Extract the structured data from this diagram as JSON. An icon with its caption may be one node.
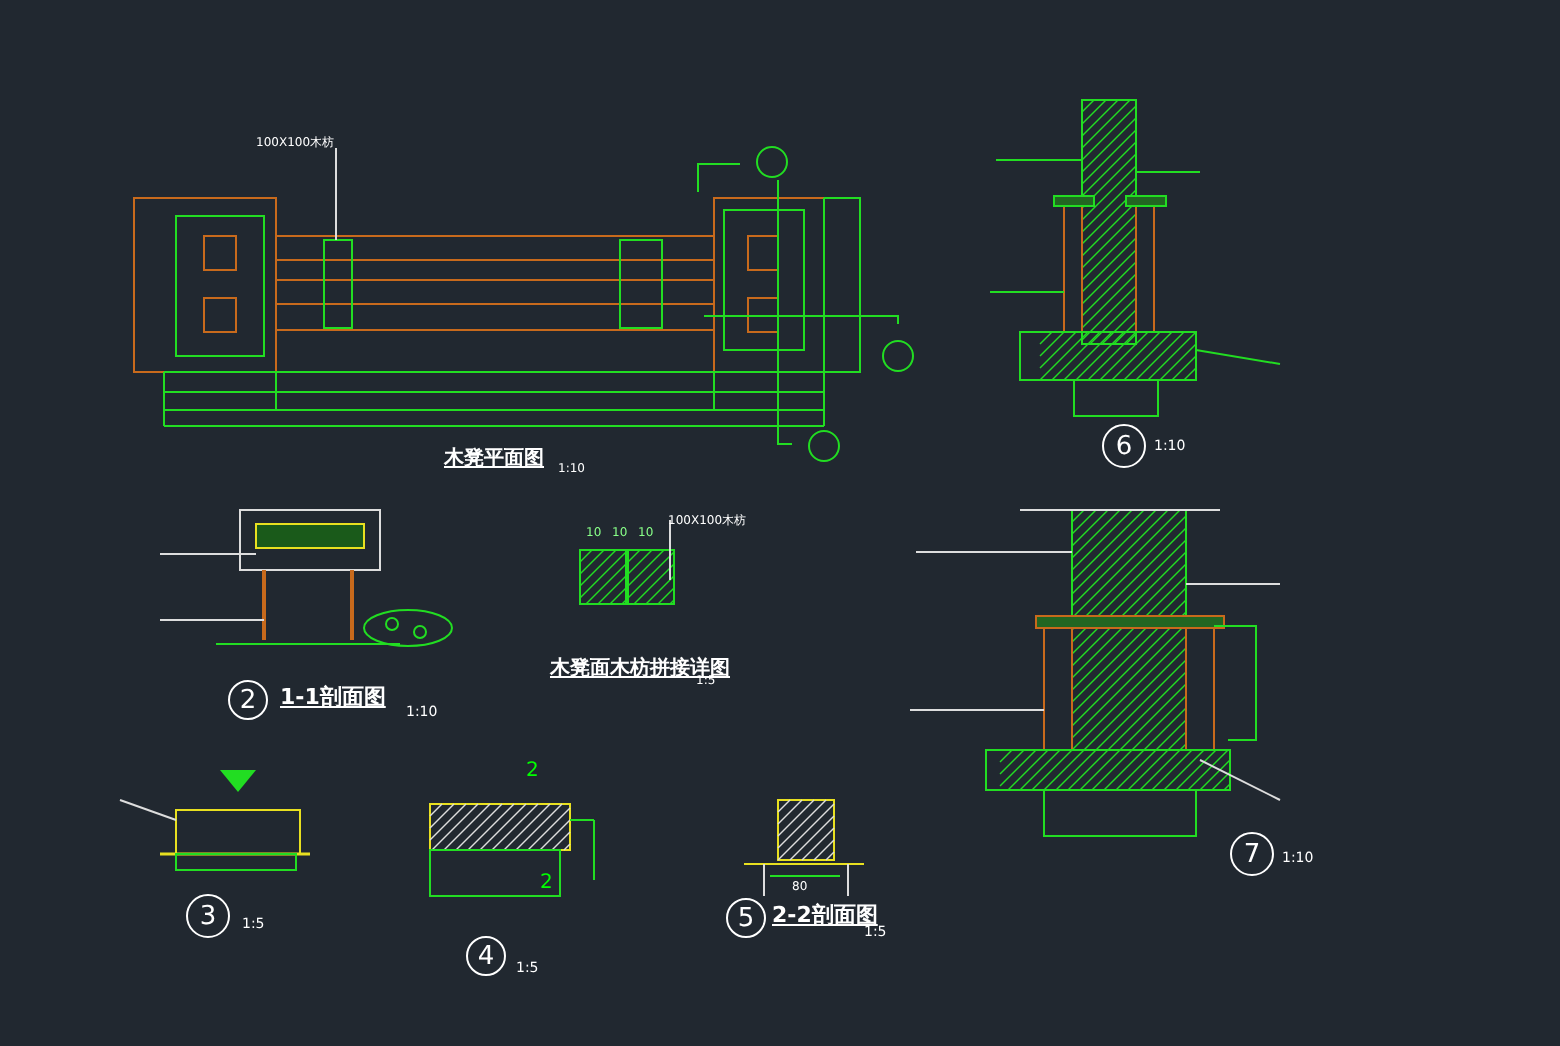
{
  "diagram": {
    "nodes": [
      {
        "text": [
          "6"
        ],
        "beside": [
          "1:10"
        ]
      },
      {
        "text": [
          "7"
        ],
        "beside": [
          "1:10"
        ]
      },
      {
        "text": [
          "2"
        ],
        "beside": [
          "1-1剖面图",
          "1:10"
        ]
      },
      {
        "text": [
          "3"
        ],
        "beside": [
          "1:5"
        ]
      },
      {
        "text": [
          "4"
        ],
        "beside": [
          "1:5"
        ]
      },
      {
        "text": [
          "5"
        ],
        "beside": [
          "2-2剖面图",
          "1:5"
        ]
      },
      {
        "text": [],
        "shape": "circle"
      },
      {
        "text": [],
        "shape": "circle"
      },
      {
        "text": [],
        "shape": "circle"
      }
    ],
    "labels": [
      "木凳平面图",
      "1:10",
      "100X100木枋",
      "木凳面木枋拼接详图",
      "1:5",
      "10",
      "10",
      "10",
      "100X100木枋",
      "2",
      "2",
      "80"
    ]
  }
}
